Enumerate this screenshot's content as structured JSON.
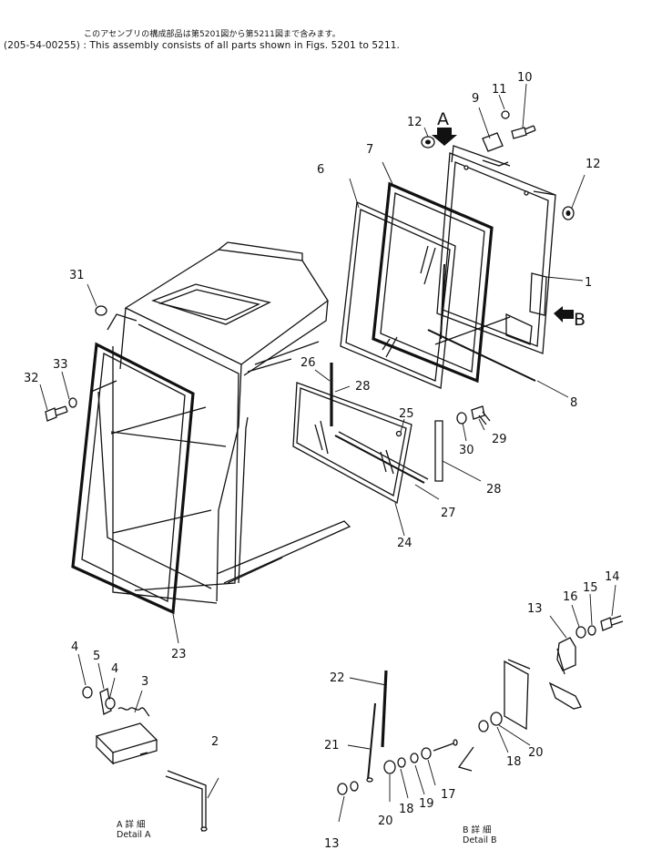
{
  "header": {
    "japanese_note": "このアセンブリの構成部品は第5201図から第5211図まで含みます。",
    "english_note": "(205-54-00255) : This assembly consists of all parts shown in Figs. 5201 to 5211."
  },
  "view_markers": {
    "a": "A",
    "b": "B"
  },
  "callouts": {
    "n1": "1",
    "n2": "2",
    "n3": "3",
    "n4a": "4",
    "n4b": "4",
    "n5": "5",
    "n6": "6",
    "n7": "7",
    "n8": "8",
    "n9": "9",
    "n10": "10",
    "n11": "11",
    "n12a": "12",
    "n12b": "12",
    "n13a": "13",
    "n13b": "13",
    "n14": "14",
    "n15": "15",
    "n16": "16",
    "n17": "17",
    "n18a": "18",
    "n18b": "18",
    "n19": "19",
    "n20a": "20",
    "n20b": "20",
    "n21": "21",
    "n22": "22",
    "n23": "23",
    "n24": "24",
    "n25": "25",
    "n26": "26",
    "n27": "27",
    "n28a": "28",
    "n28b": "28",
    "n29": "29",
    "n30": "30",
    "n31": "31",
    "n32": "32",
    "n33": "33"
  },
  "details": {
    "a_jp": "A 詳 細",
    "a_en": "Detail A",
    "b_jp": "B 詳 細",
    "b_en": "Detail B"
  }
}
